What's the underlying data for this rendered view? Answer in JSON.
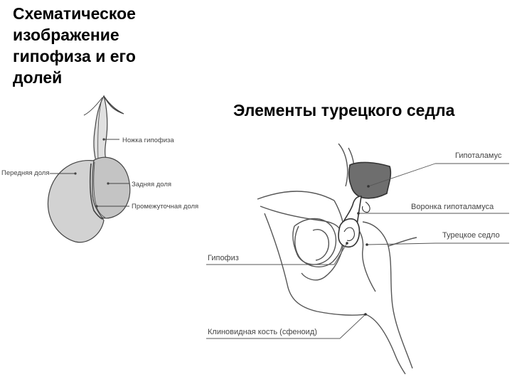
{
  "left": {
    "title_lines": [
      "Схематическое",
      "изображение",
      "гипофиза и его",
      "долей"
    ],
    "labels": {
      "stalk": "Ножка гипофиза",
      "anterior": "Передняя доля",
      "posterior": "Задняя доля",
      "intermediate": "Промежуточная доля"
    }
  },
  "right": {
    "title": "Элементы турецкого седла",
    "labels": {
      "hypothalamus": "Гипоталамус",
      "infundibulum": "Воронка гипоталамуса",
      "sella": "Турецкое седло",
      "pituitary": "Гипофиз",
      "sphenoid": "Клиновидная кость (сфеноид)"
    }
  },
  "colors": {
    "outline": "#444444",
    "anterior_fill": "#d2d2d2",
    "posterior_fill": "#c4c4c4",
    "hypothalamus_fill": "#6e6e6e"
  }
}
